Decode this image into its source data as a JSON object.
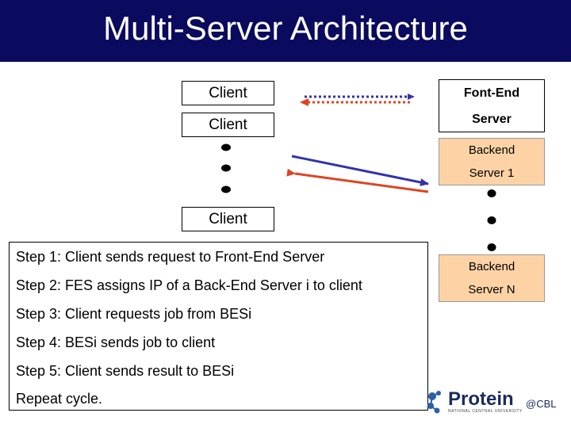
{
  "title": "Multi-Server Architecture",
  "clients": [
    "Client",
    "Client",
    "Client"
  ],
  "front_end": {
    "line1": "Font-End",
    "line2": "Server"
  },
  "backend1": {
    "line1": "Backend",
    "line2": "Server 1"
  },
  "backendN": {
    "line1": "Backend",
    "line2": "Server N"
  },
  "steps": [
    "Step 1: Client sends request to Front-End Server",
    "Step 2: FES assigns IP of a Back-End Server i to client",
    "Step 3: Client requests job from BESi",
    "Step 4: BESi sends job to client",
    "Step 5: Client sends result to BESi",
    "Repeat cycle."
  ],
  "logo": {
    "name": "Protein",
    "suffix": "@CBL",
    "subtitle": "NATIONAL CENTRAL UNIVERSITY"
  },
  "colors": {
    "title_bg": "#0a0a5e",
    "backend_fill": "#fdd3a6",
    "arrow_blue": "#3333aa",
    "arrow_red": "#dd4422"
  }
}
